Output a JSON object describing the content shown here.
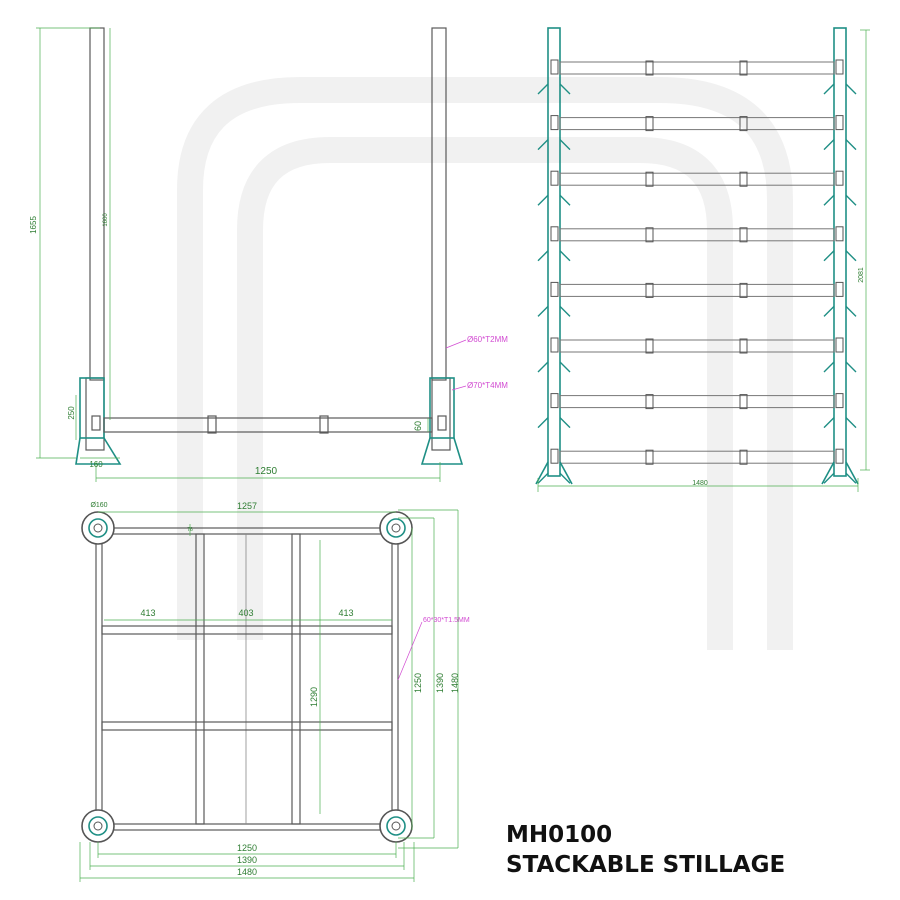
{
  "title": {
    "code": "MH0100",
    "name": "STACKABLE STILLAGE"
  },
  "side_view": {
    "dims": {
      "overall_height": "1655",
      "post_height": "1600",
      "base_height": "250",
      "foot_width": "160",
      "span": "1250",
      "beam_height": "60"
    },
    "callouts": {
      "upper_post": "Ø60*T2MM",
      "lower_post": "Ø70*T4MM"
    }
  },
  "front_view": {
    "dims": {
      "width": "1480",
      "height": "2081"
    }
  },
  "plan_view": {
    "dims": {
      "corner_dia": "Ø160",
      "top_width": "1257",
      "small_offset": "76",
      "bay_left": "413",
      "bay_mid": "403",
      "bay_right": "413",
      "tube": "60*30*T1.5MM",
      "inner_depth": "1290",
      "depth_1250": "1250",
      "depth_1390": "1390",
      "depth_1480": "1480",
      "bottom_1250": "1250",
      "bottom_1390": "1390",
      "bottom_1480": "1480"
    }
  },
  "colors": {
    "dimension": "#2e7d32",
    "callout": "#d24bd2",
    "accent": "#1f8f85",
    "frame": "#5a5a5a"
  }
}
